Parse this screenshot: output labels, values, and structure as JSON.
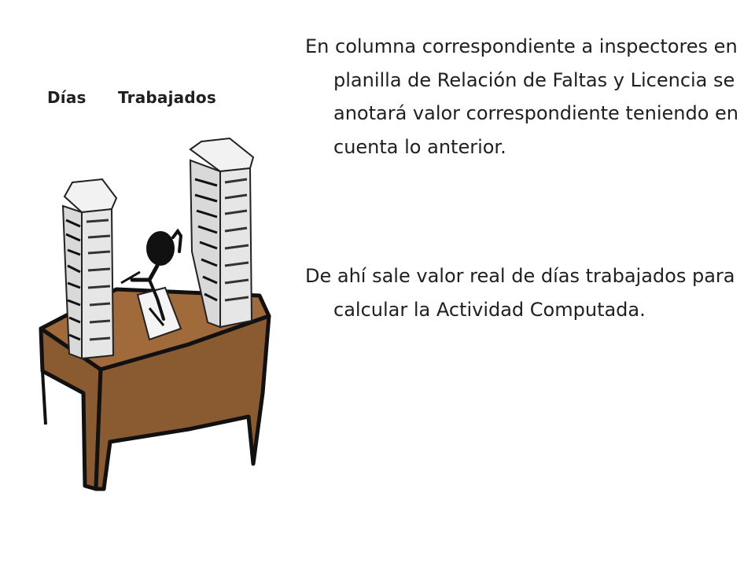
{
  "labels": {
    "days": "Días",
    "worked": "Trabajados"
  },
  "paragraphs": {
    "first": "En columna correspondiente a inspectores en planilla de Relación de Faltas y Licencia  se anotará valor correspondiente teniendo en cuenta lo  anterior.",
    "second": "De ahí sale valor real de días trabajados para calcular la Actividad Computada."
  },
  "colors": {
    "desk_top": "#a06a3a",
    "desk_body": "#8a5a30",
    "ink": "#111111",
    "paper": "#eeeeee",
    "background": "#ffffff"
  },
  "icons": {
    "clipart": "worker-desk-paper-stacks-icon"
  }
}
